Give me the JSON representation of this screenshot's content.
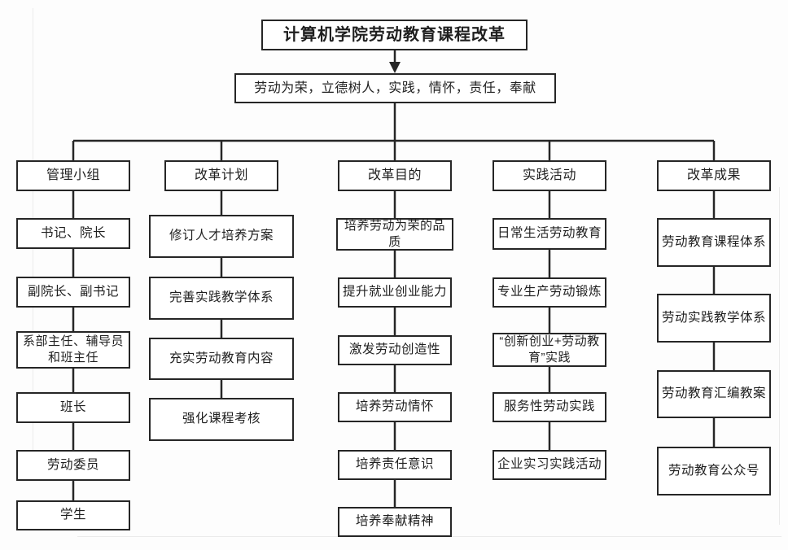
{
  "colors": {
    "line": "#262626",
    "background": "#fdfdfd",
    "box_fill": "#ffffff",
    "text": "#1f1f1f"
  },
  "root": {
    "title": "计算机学院劳动教育课程改革"
  },
  "motto": {
    "text": "劳动为荣，立德树人，实践，情怀，责任，奉献"
  },
  "columns": [
    {
      "header": "管理小组",
      "items": [
        "书记、院长",
        "副院长、副书记",
        "系部主任、辅导员和班主任",
        "班长",
        "劳动委员",
        "学生"
      ]
    },
    {
      "header": "改革计划",
      "items": [
        "修订人才培养方案",
        "完善实践教学体系",
        "充实劳动教育内容",
        "强化课程考核"
      ]
    },
    {
      "header": "改革目的",
      "items": [
        "培养劳动为荣的品质",
        "提升就业创业能力",
        "激发劳动创造性",
        "培养劳动情怀",
        "培养责任意识",
        "培养奉献精神"
      ]
    },
    {
      "header": "实践活动",
      "items": [
        "日常生活劳动教育",
        "专业生产劳动锻炼",
        "“创新创业+劳动教育”实践",
        "服务性劳动实践",
        "企业实习实践活动"
      ]
    },
    {
      "header": "改革成果",
      "items": [
        "劳动教育课程体系",
        "劳动实践教学体系",
        "劳动教育汇编教案",
        "劳动教育公众号"
      ]
    }
  ]
}
